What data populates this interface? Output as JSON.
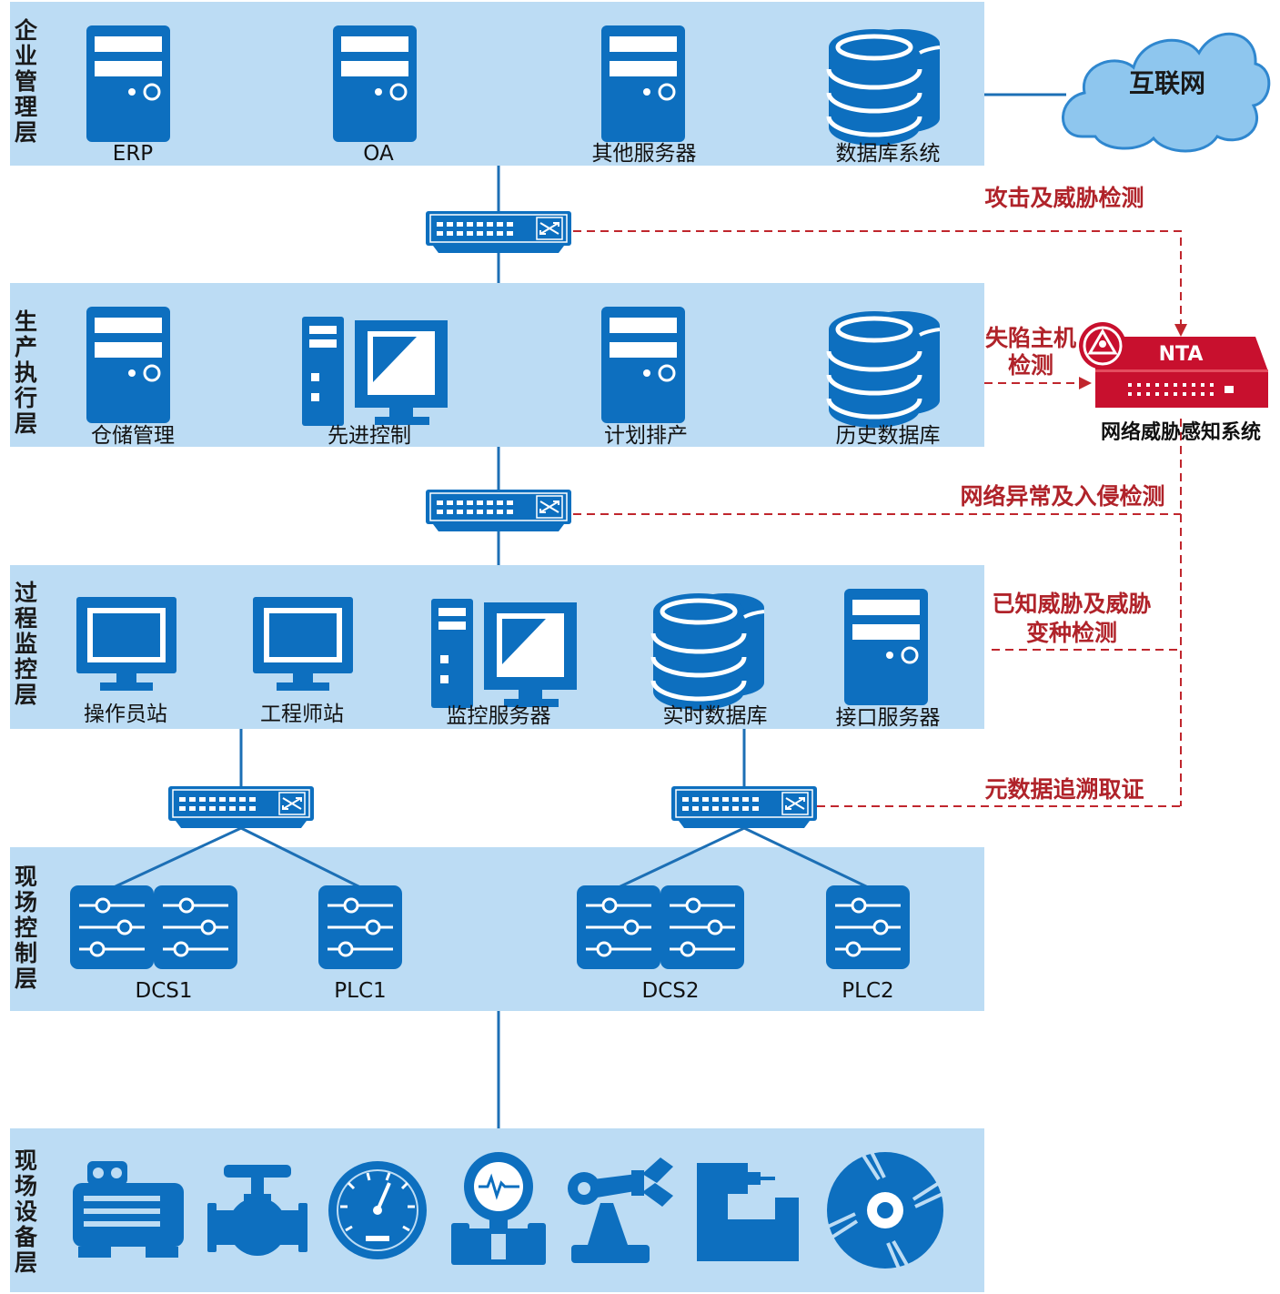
{
  "layers": {
    "enterprise": [
      "企",
      "业",
      "管",
      "理",
      "层"
    ],
    "production": [
      "生",
      "产",
      "执",
      "行",
      "层"
    ],
    "process": [
      "过",
      "程",
      "监",
      "控",
      "层"
    ],
    "field_control": [
      "现",
      "场",
      "控",
      "制",
      "层"
    ],
    "field_device": [
      "现",
      "场",
      "设",
      "备",
      "层"
    ]
  },
  "devices": {
    "erp": "ERP",
    "oa": "OA",
    "other_servers": "其他服务器",
    "database_system": "数据库系统",
    "warehouse": "仓储管理",
    "advanced_control": "先进控制",
    "scheduling": "计划排产",
    "history_db": "历史数据库",
    "operator_station": "操作员站",
    "engineer_station": "工程师站",
    "monitor_server": "监控服务器",
    "realtime_db": "实时数据库",
    "interface_server": "接口服务器",
    "dcs1": "DCS1",
    "plc1": "PLC1",
    "dcs2": "DCS2",
    "plc2": "PLC2"
  },
  "internet": "互联网",
  "nta": {
    "badge": "NTA",
    "caption": "网络威胁感知系统"
  },
  "detections": {
    "attack": "攻击及威胁检测",
    "compromised_line1": "失陷主机",
    "compromised_line2": "检测",
    "anomaly": "网络异常及入侵检测",
    "known_line1": "已知威胁及威胁",
    "known_line2": "变种检测",
    "forensics": "元数据追溯取证"
  },
  "field_equipment_icons": [
    "motor-icon",
    "valve-icon",
    "gauge-icon",
    "pressure-transmitter-icon",
    "robot-arm-icon",
    "machine-tool-icon",
    "fan-icon"
  ],
  "colors": {
    "layer_background": "#bcdcf4",
    "device_blue": "#0d6fbf",
    "detection_red": "#b0232a",
    "nta_red": "#c8102e"
  }
}
